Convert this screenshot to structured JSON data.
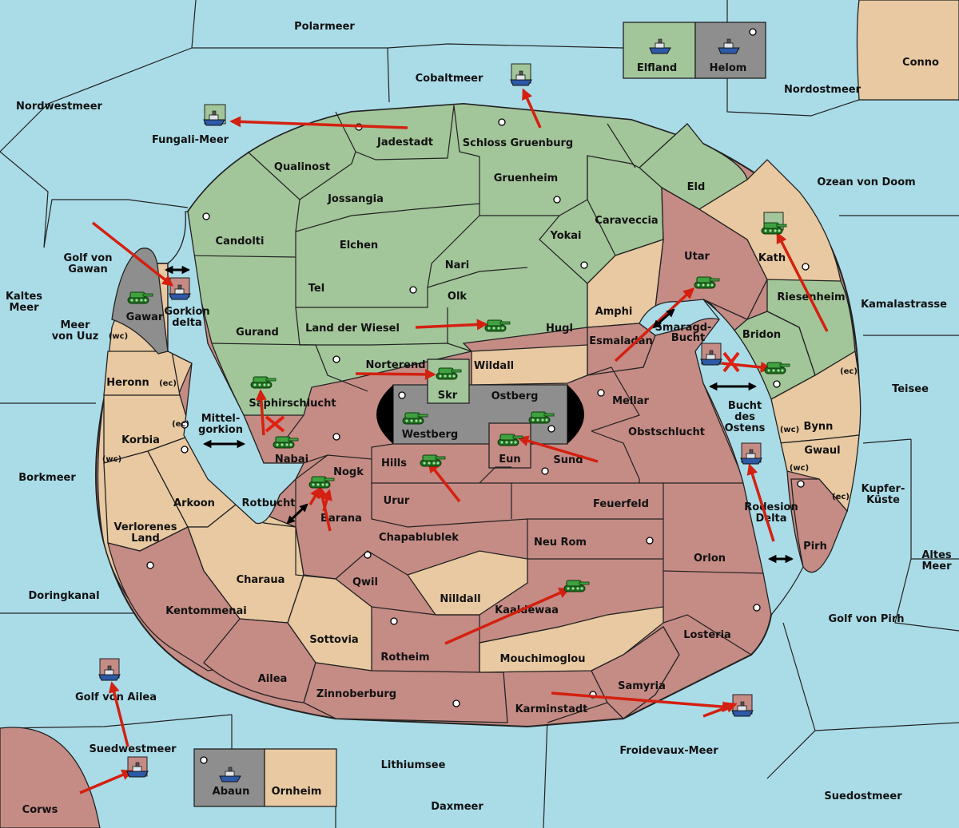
{
  "colors": {
    "sea": "#aadce8",
    "green": "#a3c59a",
    "red": "#c58b85",
    "tan": "#e8c9a1",
    "gray": "#8e8e8e",
    "order": "#d42010"
  },
  "regions": {
    "polarmeer": "Polarmeer",
    "cobaltmeer": "Cobaltmeer",
    "nordwestmeer": "Nordwestmeer",
    "nordostmeer": "Nordostmeer",
    "conno": "Conno",
    "elfland": "Elfland",
    "helom": "Helom",
    "fungali": "Fungali-Meer",
    "jadestadt": "Jadestadt",
    "schloss": "Schloss Gruenburg",
    "qualinost": "Qualinost",
    "gruenheim": "Gruenheim",
    "eld": "Eld",
    "ozean": "Ozean von Doom",
    "jossangia": "Jossangia",
    "caraveccia": "Caraveccia",
    "candolti": "Candolti",
    "elchen": "Elchen",
    "yokai": "Yokai",
    "utar": "Utar",
    "kath": "Kath",
    "golf_gawan_1": "Golf von",
    "golf_gawan_2": "Gawan",
    "nari": "Nari",
    "tel": "Tel",
    "olk": "Olk",
    "riesenheim": "Riesenheim",
    "kamalastrasse": "Kamalastrasse",
    "kaltes_1": "Kaltes",
    "kaltes_2": "Meer",
    "gorkion_1": "Gorkion",
    "gorkion_2": "delta",
    "gawar": "Gawar",
    "amphi": "Amphi",
    "meer_uuz_1": "Meer",
    "meer_uuz_2": "von Uuz",
    "land_wiesel": "Land der Wiesel",
    "hugl": "Hugl",
    "gurand": "Gurand",
    "esmaladan": "Esmaladan",
    "smaragd_1": "Smaragd-",
    "smaragd_2": "Bucht",
    "bridon": "Bridon",
    "norterend": "Norterend",
    "wildall": "Wildall",
    "heronn": "Heronn",
    "skr": "Skr",
    "ostberg": "Ostberg",
    "mellar": "Mellar",
    "teisee": "Teisee",
    "saphir": "Saphirschlucht",
    "bucht_1": "Bucht",
    "bucht_2": "des",
    "bucht_3": "Ostens",
    "mittel_1": "Mittel-",
    "mittel_2": "gorkion",
    "westberg": "Westberg",
    "obstschlucht": "Obstschlucht",
    "bynn": "Bynn",
    "korbia": "Korbia",
    "nabai": "Nabai",
    "eun": "Eun",
    "sund": "Sund",
    "gwaul": "Gwaul",
    "hills": "Hills",
    "nogk": "Nogk",
    "kupfer_1": "Kupfer-",
    "kupfer_2": "Küste",
    "borkmeer": "Borkmeer",
    "arkoon": "Arkoon",
    "rotbucht": "Rotbucht",
    "urur": "Urur",
    "feuerfeld": "Feuerfeld",
    "rodesion_1": "Rodesion",
    "rodesion_2": "Delta",
    "verlorenes_1": "Verlorenes",
    "verlorenes_2": "Land",
    "barana": "Barana",
    "chapablublek": "Chapablublek",
    "neu_rom": "Neu Rom",
    "pirh": "Pirh",
    "orlon": "Orlon",
    "altes_1": "Altes",
    "altes_2": "Meer",
    "charaua": "Charaua",
    "qwil": "Qwil",
    "doringkanal": "Doringkanal",
    "nilldall": "Nilldall",
    "kaaldewaa": "Kaaldewaa",
    "kentommenai": "Kentommenai",
    "golf_pirh": "Golf von Pirh",
    "losteria": "Losteria",
    "sottovia": "Sottovia",
    "rotheim": "Rotheim",
    "mouchimoglou": "Mouchimoglou",
    "ailea": "Ailea",
    "samyria": "Samyria",
    "golf_ailea": "Golf von Ailea",
    "zinnoberburg": "Zinnoberburg",
    "karminstadt": "Karminstadt",
    "suedwestmeer": "Suedwestmeer",
    "froidevaux": "Froidevaux-Meer",
    "lithiumsee": "Lithiumsee",
    "abaun": "Abaun",
    "ornheim": "Ornheim",
    "suedostmeer": "Suedostmeer",
    "corws": "Corws",
    "daxmeer": "Daxmeer"
  },
  "coast_tags": {
    "wc": "(wc)",
    "ec": "(ec)"
  },
  "icons": {
    "army": "tank-icon",
    "fleet": "ship-icon",
    "supply": "supply-center-icon",
    "move": "move-arrow-icon",
    "convoy": "double-arrow-icon",
    "cut": "cut-cross-icon"
  }
}
